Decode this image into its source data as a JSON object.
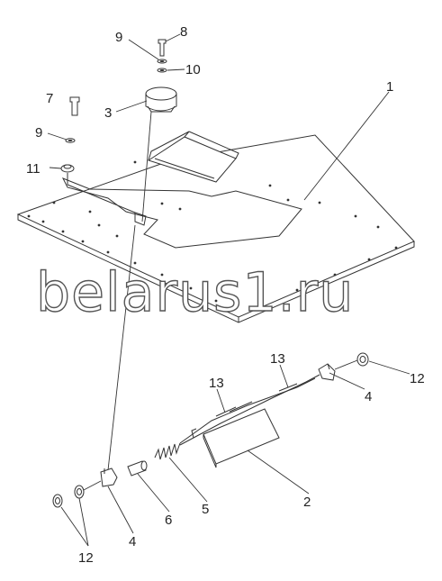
{
  "watermark": "belarus1.ru",
  "callouts": {
    "c1": "1",
    "c2": "2",
    "c3": "3",
    "c4a": "4",
    "c4b": "4",
    "c5": "5",
    "c6": "6",
    "c7": "7",
    "c8": "8",
    "c9a": "9",
    "c9b": "9",
    "c10": "10",
    "c11": "11",
    "c12a": "12",
    "c12b": "12",
    "c13a": "13",
    "c13b": "13"
  }
}
